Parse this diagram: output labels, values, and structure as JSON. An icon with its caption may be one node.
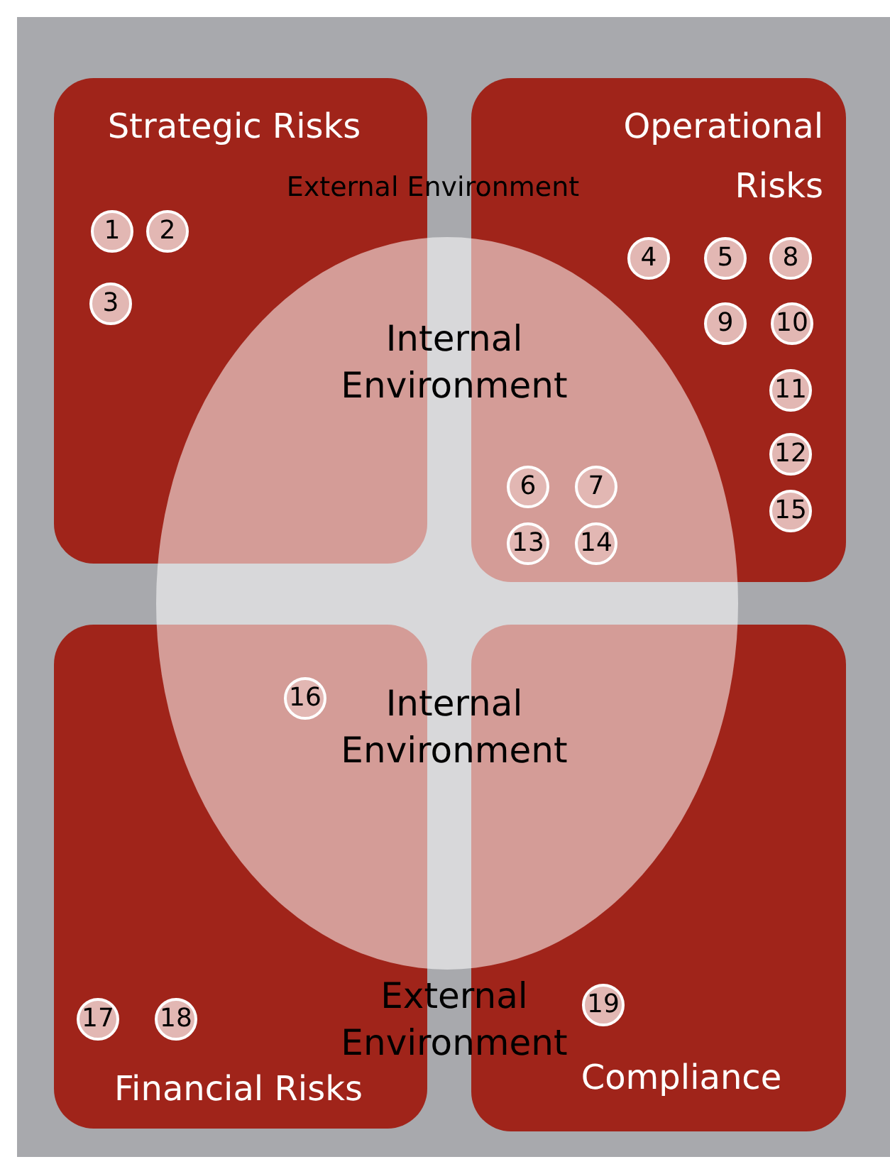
{
  "diagram": {
    "nodes": [
      {
        "text": [
          "Strategic Risks"
        ]
      },
      {
        "text": [
          "Operational Risks"
        ]
      },
      {
        "text": [
          "Financial Risks"
        ]
      },
      {
        "text": [
          "Compliance"
        ]
      },
      {
        "text": [
          "Internal Environment",
          "Internal Environment"
        ]
      },
      {
        "text": [
          "1"
        ],
        "in": 0
      },
      {
        "text": [
          "2"
        ],
        "in": 0
      },
      {
        "text": [
          "3"
        ],
        "in": 0
      },
      {
        "text": [
          "4"
        ],
        "in": 1
      },
      {
        "text": [
          "5"
        ],
        "in": 1
      },
      {
        "text": [
          "6"
        ]
      },
      {
        "text": [
          "7"
        ]
      },
      {
        "text": [
          "8"
        ],
        "in": 1
      },
      {
        "text": [
          "9"
        ],
        "in": 1
      },
      {
        "text": [
          "10"
        ],
        "in": 1
      },
      {
        "text": [
          "11"
        ],
        "in": 1
      },
      {
        "text": [
          "12"
        ],
        "in": 1
      },
      {
        "text": [
          "13"
        ]
      },
      {
        "text": [
          "14"
        ]
      },
      {
        "text": [
          "15"
        ],
        "in": 1
      },
      {
        "text": [
          "16"
        ]
      },
      {
        "text": [
          "17"
        ],
        "in": 2
      },
      {
        "text": [
          "18"
        ],
        "in": 2
      },
      {
        "text": [
          "19"
        ],
        "in": 3
      }
    ],
    "labels": [
      "External Environment",
      "External Environment"
    ]
  }
}
